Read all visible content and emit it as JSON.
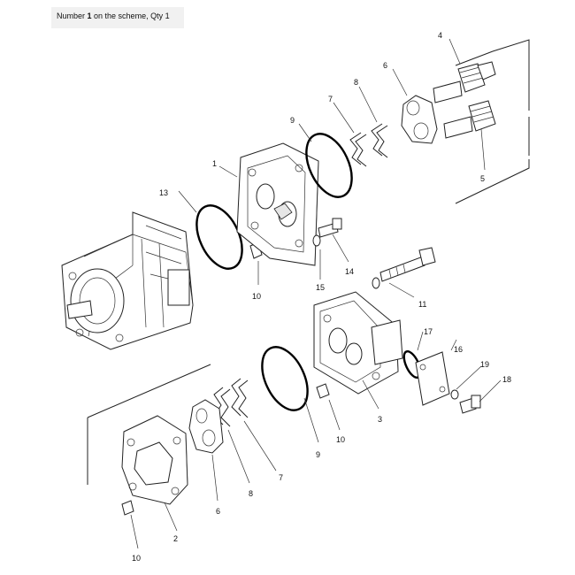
{
  "caption": {
    "prefix": "Number ",
    "number": "1",
    "suffix": " on the scheme, Qty 1"
  },
  "callouts": {
    "c1": "1",
    "c2": "2",
    "c3": "3",
    "c4": "4",
    "c5": "5",
    "c6a": "6",
    "c6b": "6",
    "c7a": "7",
    "c7b": "7",
    "c8a": "8",
    "c8b": "8",
    "c9a": "9",
    "c9b": "9",
    "c10a": "10",
    "c10b": "10",
    "c10c": "10",
    "c11": "11",
    "c13": "13",
    "c14": "14",
    "c15": "15",
    "c16": "16",
    "c17": "17",
    "c18": "18",
    "c19": "19"
  }
}
